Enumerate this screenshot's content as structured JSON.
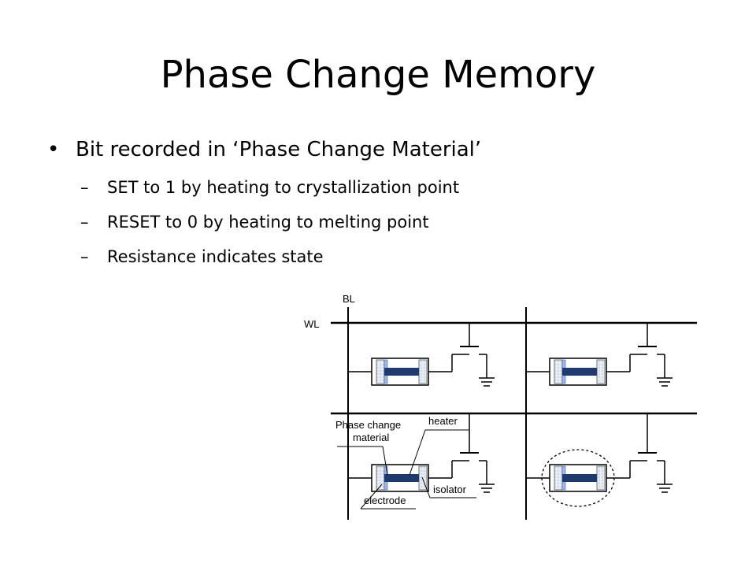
{
  "slide": {
    "title": "Phase Change Memory",
    "bullets": [
      {
        "text": "Bit recorded in ‘Phase Change Material’",
        "sub": [
          "SET to 1 by heating to crystallization point",
          "RESET to 0 by heating to melting point",
          "Resistance indicates state"
        ]
      }
    ],
    "diagram": {
      "bitline_label": "BL",
      "wordline_label": "WL",
      "callouts": {
        "phase_change_1": "Phase change",
        "phase_change_2": "material",
        "heater": "heater",
        "isolator": "isolator",
        "electrode": "electrode"
      }
    }
  }
}
